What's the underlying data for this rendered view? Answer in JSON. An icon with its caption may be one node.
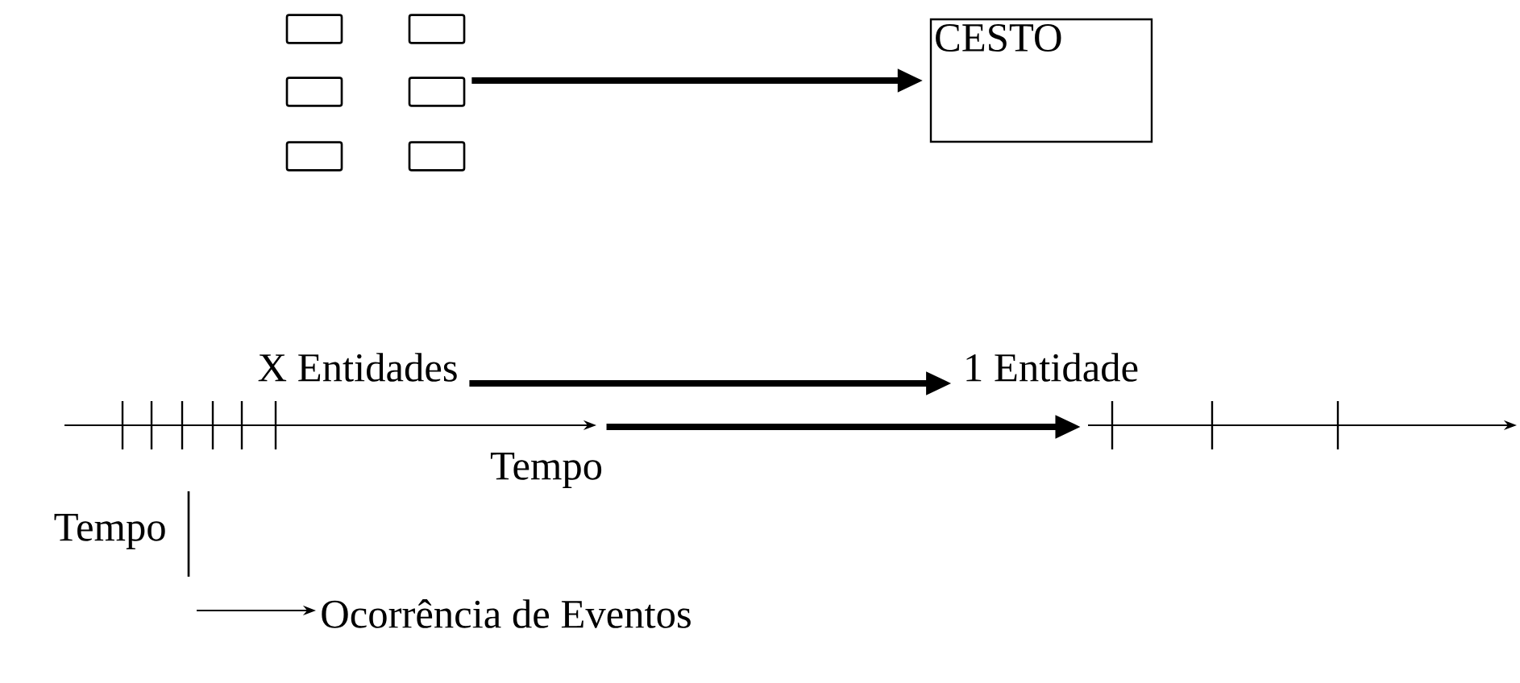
{
  "diagram": {
    "nodes": [
      {
        "text": [],
        "shape": "box"
      },
      {
        "text": [],
        "shape": "box"
      },
      {
        "text": [],
        "shape": "box"
      },
      {
        "text": [],
        "shape": "box"
      },
      {
        "text": [],
        "shape": "box"
      },
      {
        "text": [],
        "shape": "box"
      },
      {
        "text": [
          "CESTO"
        ]
      },
      {
        "text": [
          "X Entidades"
        ]
      },
      {
        "text": [
          "1 Entidade"
        ]
      },
      {
        "text": [],
        "shape": "timeline",
        "beside": [
          "Tempo"
        ]
      },
      {
        "text": [],
        "shape": "timeline"
      }
    ],
    "edges": [
      {
        "from": 3,
        "to": 6,
        "arrow": "to"
      },
      {
        "from": 7,
        "to": 8,
        "arrow": "to"
      },
      {
        "from": 9,
        "to": 10,
        "arrow": "to"
      }
    ],
    "legend": [
      {
        "text": "Tempo"
      },
      {
        "text": "Ocorrência de Eventos"
      }
    ]
  }
}
